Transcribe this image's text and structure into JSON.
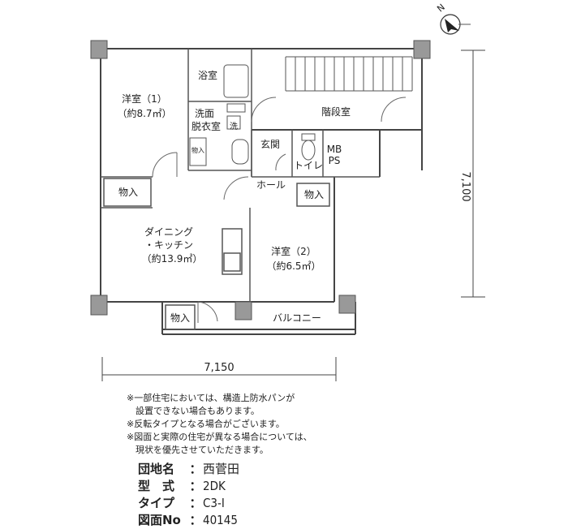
{
  "rooms": {
    "western1_name": "洋室（1）",
    "western1_area": "（約8.7㎡）",
    "bath": "浴室",
    "washroom_l1": "洗面",
    "washroom_l2": "脱衣室",
    "washer": "洗",
    "storage_small": "物入",
    "entrance": "玄関",
    "toilet": "トイレ",
    "mbps_l1": "MB",
    "mbps_l2": "PS",
    "stairs": "階段室",
    "storage": "物入",
    "hall": "ホール",
    "dining_l1": "ダイニング",
    "dining_l2": "・キッチン",
    "dining_area": "（約13.9㎡）",
    "western2_name": "洋室（2）",
    "western2_area": "（約6.5㎡）",
    "balcony": "バルコニー"
  },
  "dimensions": {
    "width": "7,150",
    "depth": "7,100"
  },
  "compass": {
    "label": "N",
    "icon": "north-arrow-icon"
  },
  "notes": [
    "※一部住宅においては、構造上防水パンが",
    "　設置できない場合もあります。",
    "※反転タイプとなる場合がございます。",
    "※図面と実際の住宅が異なる場合については、",
    "　現状を優先させていただきます。"
  ],
  "info": {
    "complex_label": "団地名",
    "complex_value": "西菅田",
    "type_label": "型　式",
    "type_value": "2DK",
    "plan_type_label": "タイプ",
    "plan_type_value": "C3-I",
    "drawing_label": "図面No",
    "drawing_value": "40145",
    "separator": "："
  }
}
